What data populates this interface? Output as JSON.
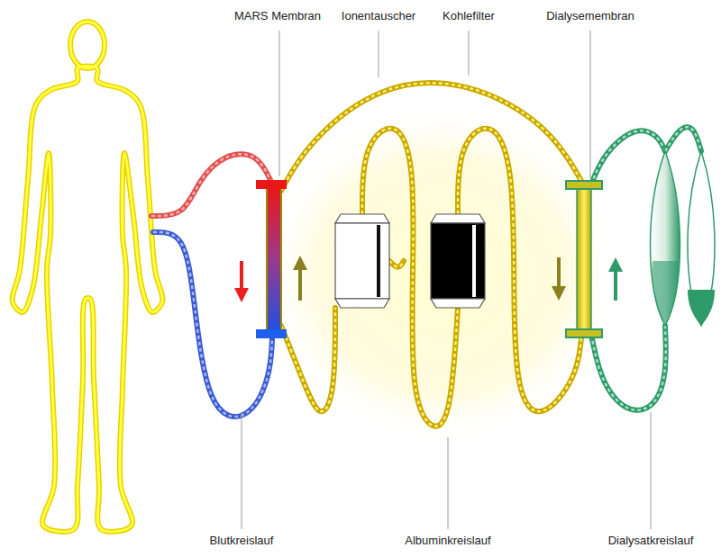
{
  "diagram": {
    "labels": [
      "MARS Membran",
      "Ionentauscher",
      "Kohlefilter",
      "Dialysemembran",
      "Blutkreislauf",
      "Albuminkreislauf",
      "Dialysatkreislauf"
    ]
  }
}
